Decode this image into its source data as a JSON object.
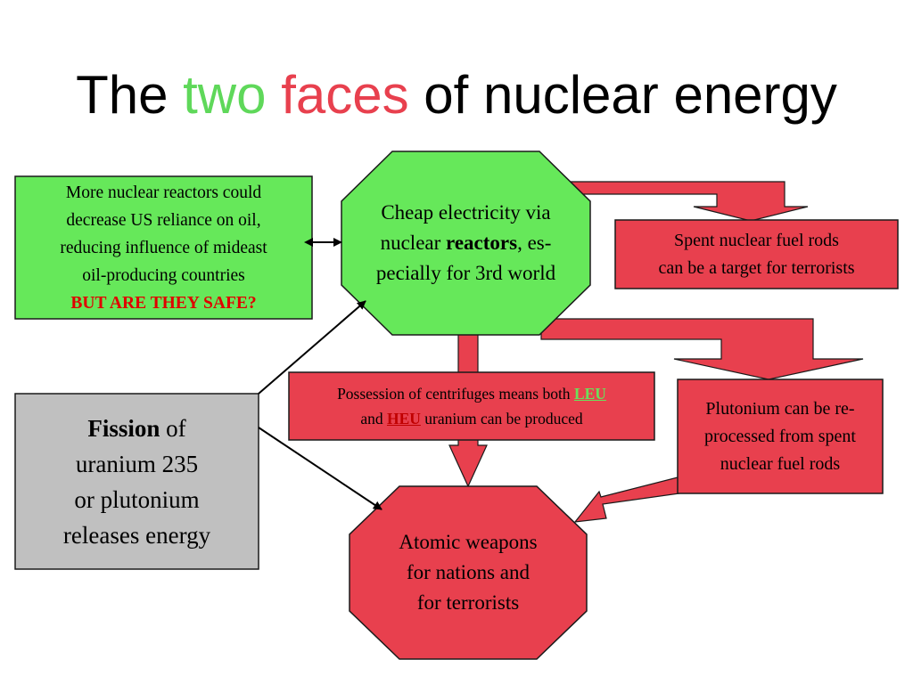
{
  "title": {
    "prefix": "The ",
    "word1": "two",
    "mid": " ",
    "word2": "faces",
    "suffix": " of nuclear energy"
  },
  "colors": {
    "green": "#66e85a",
    "red": "#e8404e",
    "gray": "#c0c0c0",
    "title_two": "#5fd85a",
    "title_faces": "#e8404e",
    "warning": "#e00000"
  },
  "boxes": {
    "oil": {
      "line1": "More nuclear reactors could",
      "line2": "decrease US reliance on oil,",
      "line3": "reducing influence of mideast",
      "line4": "oil-producing countries",
      "warning": "BUT ARE THEY SAFE?"
    },
    "electricity": {
      "line1": "Cheap electricity via",
      "line2_pre": "nuclear ",
      "line2_bold": "reactors",
      "line2_post": ", es-",
      "line3": "pecially for 3rd world"
    },
    "spent_fuel": {
      "line1": "Spent nuclear fuel rods",
      "line2": "can be a target for terrorists"
    },
    "centrifuges": {
      "line1_pre": "Possession of centrifuges means both ",
      "leu": "LEU",
      "line2_pre": "and ",
      "heu": "HEU",
      "line2_post": " uranium can be produced"
    },
    "plutonium": {
      "line1": "Plutonium can be re-",
      "line2": "processed from spent",
      "line3": "nuclear fuel rods"
    },
    "fission": {
      "bold": "Fission",
      "line1_post": " of",
      "line2": "uranium 235",
      "line3": "or plutonium",
      "line4": "releases energy"
    },
    "weapons": {
      "line1": "Atomic weapons",
      "line2": "for nations and",
      "line3": "for terrorists"
    }
  }
}
